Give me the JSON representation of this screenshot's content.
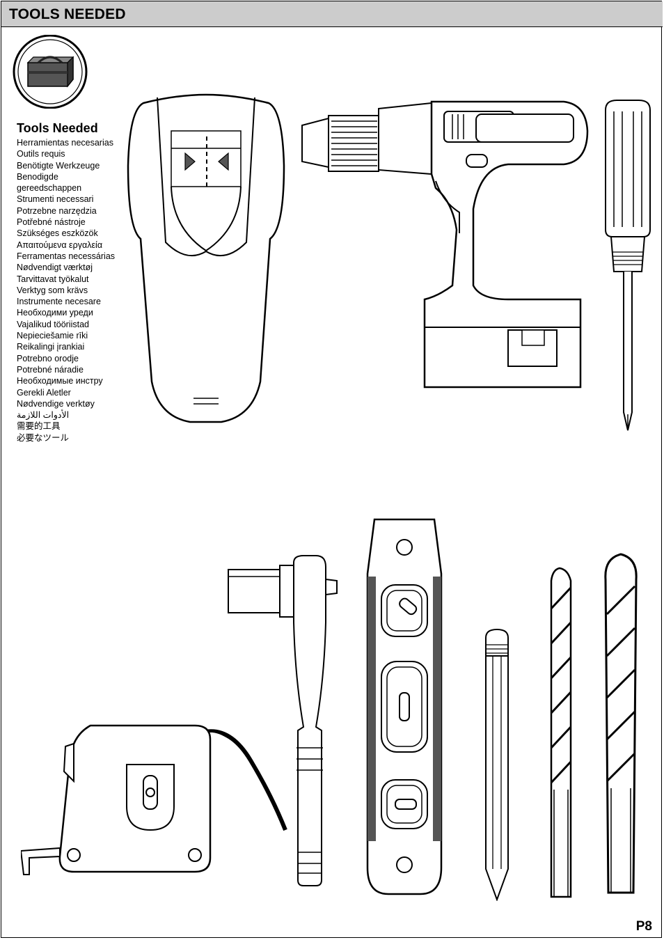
{
  "header": {
    "title": "TOOLS NEEDED"
  },
  "tools_heading": "Tools Needed",
  "translations": [
    "Herramientas necesarias",
    "Outils requis",
    "Benötigte Werkzeuge",
    "Benodigde gereedschappen",
    "Strumenti necessari",
    "Potrzebne narzędzia",
    "Potřebné nástroje",
    "Szükséges eszközök",
    "Απαιτούμενα εργαλεία",
    "Ferramentas necessárias",
    "Nødvendigt værktøj",
    "Tarvittavat työkalut",
    "Verktyg som krävs",
    "Instrumente necesare",
    "Необходими уреди",
    "Vajalikud tööriistad",
    "Nepieciešamie rīki",
    "Reikalingi įrankiai",
    "Potrebno orodje",
    "Potrebné náradie",
    "Необходимые инстру",
    "Gerekli Aletler",
    "Nødvendige verktøy",
    "الأدوات اللازمة",
    "需要的工具",
    "必要なツール"
  ],
  "page_number": "P8"
}
